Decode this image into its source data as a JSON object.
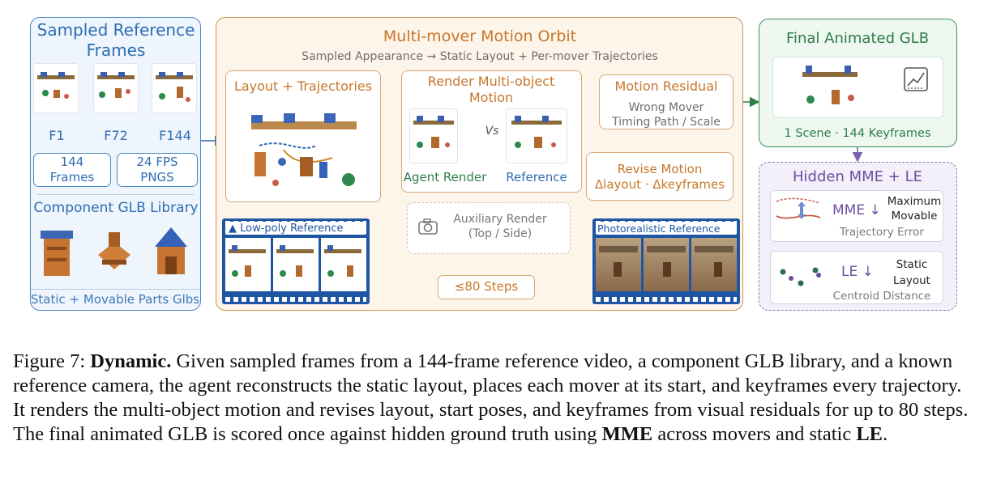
{
  "left": {
    "title_line1": "Sampled Reference",
    "title_line2": "Frames",
    "frame_labels": [
      "F1",
      "F72",
      "F144"
    ],
    "stat1_line1": "144",
    "stat1_line2": "Frames",
    "stat2_line1": "24 FPS",
    "stat2_line2": "PNGS",
    "library_title": "Component GLB Library",
    "footer": "Static + Movable Parts Glbs"
  },
  "middle": {
    "title": "Multi-mover Motion Orbit",
    "subtitle": "Sampled Appearance → Static Layout + Per-mover Trajectories",
    "layout_title": "Layout + Trajectories",
    "render_title_line1": "Render Multi-object",
    "render_title_line2": "Motion",
    "vs": "Vs",
    "agent_render": "Agent Render",
    "reference": "Reference",
    "residual_title": "Motion Residual",
    "residual_line1": "Wrong Mover",
    "residual_line2": "Timing Path / Scale",
    "revise_line1": "Revise Motion",
    "revise_line2": "Δlayout · Δkeyframes",
    "aux_line1": "Auxiliary Render",
    "aux_line2": "(Top / Side)",
    "lowpoly_label": "Low-poly Reference",
    "photo_label": "Photorealistic Reference",
    "steps": "≤80 Steps"
  },
  "right": {
    "final_title": "Final Animated GLB",
    "final_caption": "1 Scene · 144 Keyframes",
    "hidden_title": "Hidden MME + LE",
    "mme_label": "MME ↓",
    "mme_desc_line1": "Maximum",
    "mme_desc_line2": "Movable",
    "mme_sub": "Trajectory Error",
    "le_label": "LE ↓",
    "le_desc_line1": "Static",
    "le_desc_line2": "Layout",
    "le_sub": "Centroid Distance"
  },
  "caption": {
    "fig": "Figure 7:",
    "bold1": "Dynamic.",
    "text1": "Given sampled frames from a 144-frame reference video, a component GLB library, and a known reference camera, the agent reconstructs the static layout, places each mover at its start, and keyframes every trajectory. It renders the multi-object motion and revises layout, start poses, and keyframes from visual residuals for up to 80 steps. The final animated GLB is scored once against hidden ground truth using",
    "bold2": "MME",
    "text2": "across movers and static",
    "bold3": "LE",
    "text3": "."
  },
  "colors": {
    "blue": "#2f6db3",
    "orange": "#c8762a",
    "green": "#2e7d4a",
    "purple": "#6b4fa0",
    "film": "#1f56a3"
  }
}
